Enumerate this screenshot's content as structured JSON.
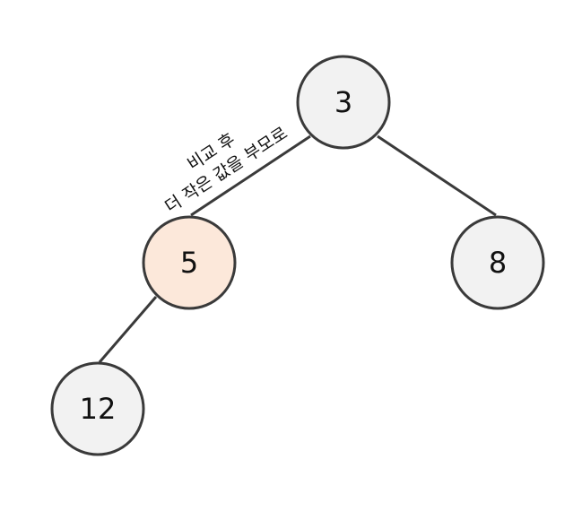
{
  "colors": {
    "node_fill": "#f2f2f2",
    "highlight_fill": "#fce8da",
    "stroke": "#3a3a3a"
  },
  "tree": {
    "nodes": [
      {
        "id": "root",
        "label": "3",
        "highlighted": false
      },
      {
        "id": "left",
        "label": "5",
        "highlighted": true
      },
      {
        "id": "right",
        "label": "8",
        "highlighted": false
      },
      {
        "id": "left-left",
        "label": "12",
        "highlighted": false
      }
    ],
    "edges": [
      {
        "from": "root",
        "to": "left"
      },
      {
        "from": "root",
        "to": "right"
      },
      {
        "from": "left",
        "to": "left-left"
      }
    ]
  },
  "annotation": {
    "line1": "비교 후",
    "line2": "더 작은 값을 부모로"
  }
}
